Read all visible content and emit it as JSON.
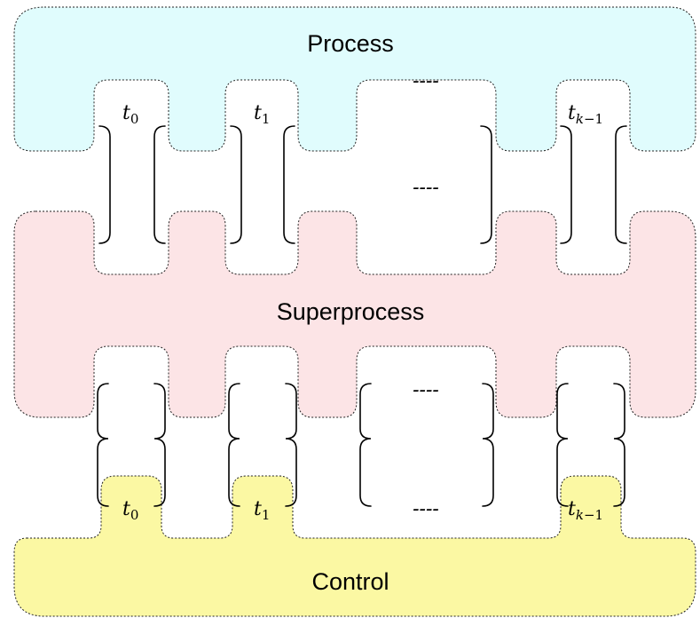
{
  "regions": {
    "process": {
      "label": "Process",
      "color": "#e0fcfd"
    },
    "superprocess": {
      "label": "Superprocess",
      "color": "#fce4e6"
    },
    "control": {
      "label": "Control",
      "color": "#fbf8a3"
    }
  },
  "symbols": {
    "t": "t",
    "sub0": "0",
    "sub1": "1",
    "subk": "k",
    "subminus": "−1",
    "ellipsis": "----"
  }
}
